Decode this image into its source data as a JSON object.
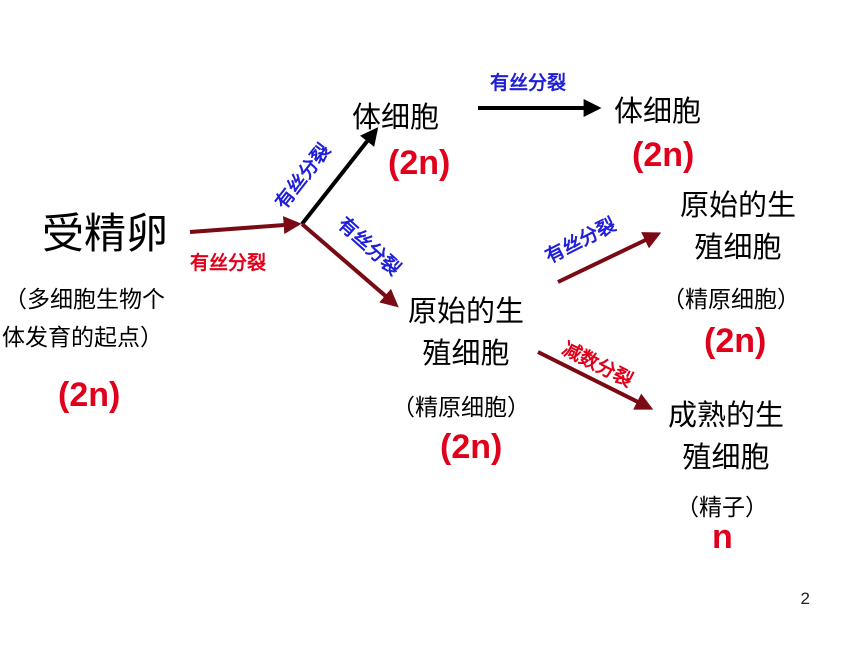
{
  "zygote": {
    "name": "受精卵",
    "note_line1": "（多细胞生物个",
    "note_line2": "体发育的起点）",
    "ploidy": "(2n)"
  },
  "somatic_1": {
    "name": "体细胞",
    "ploidy": "(2n)"
  },
  "somatic_2": {
    "name": "体细胞",
    "ploidy": "(2n)"
  },
  "primordial_1": {
    "name_line1": "原始的生",
    "name_line2": "殖细胞",
    "note": "（精原细胞）",
    "ploidy": "(2n)"
  },
  "primordial_2": {
    "name_line1": "原始的生",
    "name_line2": "殖细胞",
    "note": "（精原细胞）",
    "ploidy": "(2n)"
  },
  "mature": {
    "name_line1": "成熟的生",
    "name_line2": "殖细胞",
    "note": "（精子）",
    "ploidy": "n"
  },
  "divisions": {
    "zygote_out": "有丝分裂",
    "to_somatic": "有丝分裂",
    "to_primordial": "有丝分裂",
    "somatic_to_somatic": "有丝分裂",
    "primordial_to_primordial": "有丝分裂",
    "meiosis": "减数分裂"
  },
  "colors": {
    "mitosis_red": "#e0001b",
    "mitosis_blue": "#1f1fd6",
    "arrow_dark_red": "#7a0a14",
    "arrow_black": "#000000"
  },
  "page_number": "2"
}
